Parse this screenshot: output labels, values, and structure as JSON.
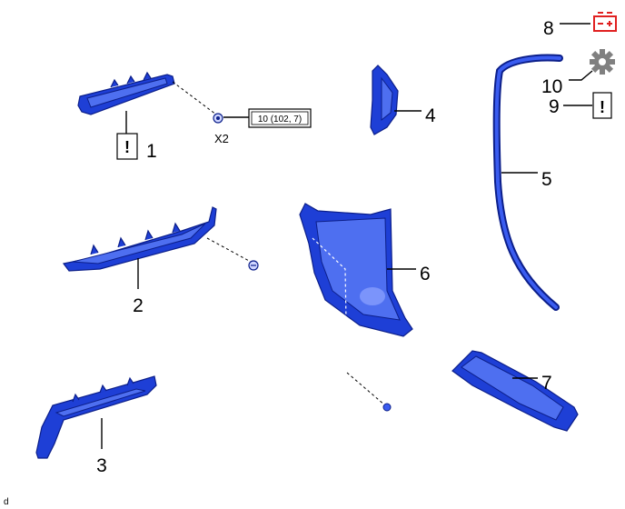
{
  "callouts": {
    "c1": "1",
    "c2": "2",
    "c3": "3",
    "c4": "4",
    "c5": "5",
    "c6": "6",
    "c7": "7",
    "c8": "8",
    "c9": "9",
    "c10": "10"
  },
  "torque_label": "10 (102, 7)",
  "quantity_label": "X2",
  "caution_mark": "!",
  "corner_mark": "d",
  "colors": {
    "part_blue": "#1e3fd6",
    "battery_icon_red": "#e02020",
    "gear_icon_gray": "#808080"
  },
  "icons": {
    "c8": "battery-icon",
    "c10": "gear-icon",
    "c9": "caution-icon"
  }
}
